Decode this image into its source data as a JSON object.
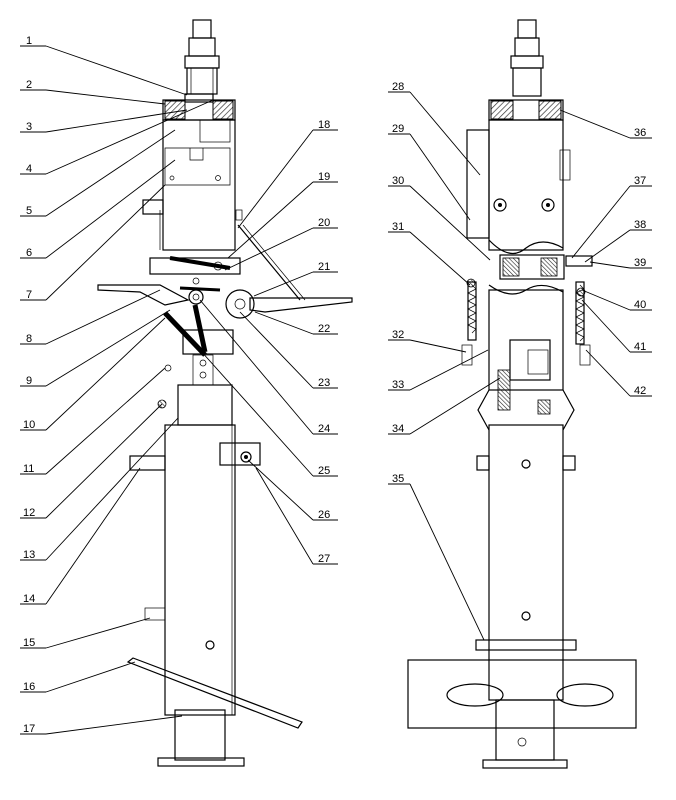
{
  "figure": {
    "left_view_labels": [
      "1",
      "2",
      "3",
      "4",
      "5",
      "6",
      "7",
      "8",
      "9",
      "10",
      "11",
      "12",
      "13",
      "14",
      "15",
      "16",
      "17"
    ],
    "middle_labels": [
      "18",
      "19",
      "20",
      "21",
      "22",
      "23",
      "24",
      "25",
      "26",
      "27"
    ],
    "right_view_left_labels": [
      "28",
      "29",
      "30",
      "31",
      "32",
      "33",
      "34",
      "35"
    ],
    "right_view_right_labels": [
      "36",
      "37",
      "38",
      "39",
      "40",
      "41",
      "42"
    ]
  },
  "colors": {
    "ink": "#000000",
    "hatch": "#333333",
    "paper": "#ffffff"
  }
}
